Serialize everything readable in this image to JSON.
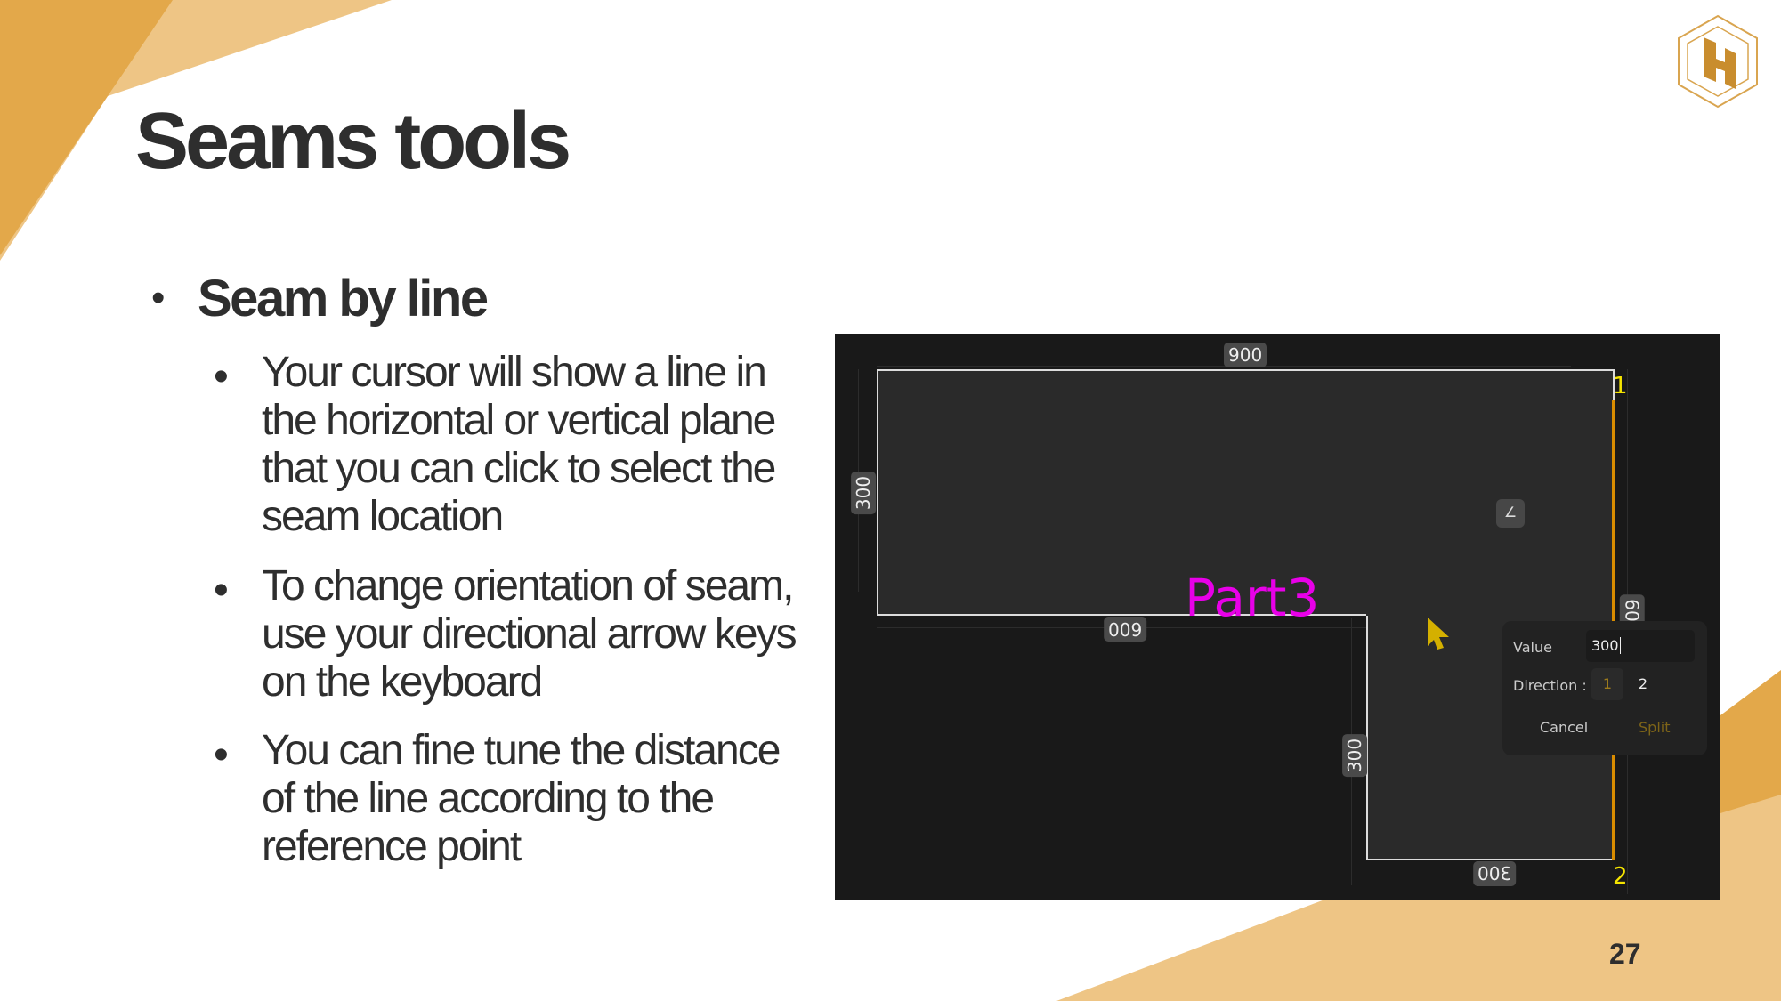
{
  "slide": {
    "title": "Seams tools",
    "heading": "Seam by line",
    "bullets": [
      "Your cursor will show a line in the horizontal or vertical plane that you can click to select the seam location",
      "To change orientation of seam, use your directional arrow keys on the keyboard",
      "You can fine tune the distance of the line according to the reference point"
    ],
    "page_number": "27",
    "logo_letter": "H"
  },
  "screenshot": {
    "dims": {
      "top": "900",
      "left": "300",
      "bottom_mid": "600",
      "lower_left": "300",
      "lower_bottom": "300",
      "right": "60"
    },
    "point_labels": [
      "1",
      "2"
    ],
    "part_label": "Part3",
    "dialog": {
      "value_label": "Value",
      "value": "300",
      "direction_label": "Direction :",
      "direction_options": [
        "1",
        "2"
      ],
      "cancel": "Cancel",
      "split": "Split"
    }
  },
  "colors": {
    "accent": "#E3A84A",
    "accent_light": "#EEC585",
    "part_label": "#E800E8",
    "point_label": "#F5E400",
    "seam_line": "#D98C00"
  }
}
